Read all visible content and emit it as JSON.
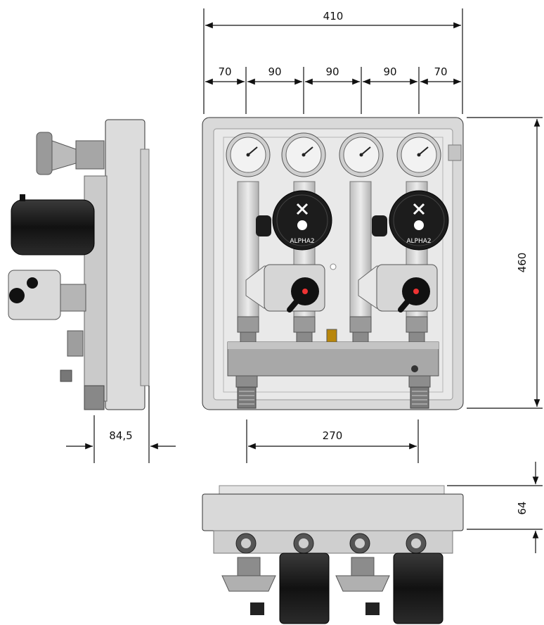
{
  "dimensions": {
    "total_width": "410",
    "seg_edge_left": "70",
    "seg_mid_1": "90",
    "seg_mid_2": "90",
    "seg_mid_3": "90",
    "seg_edge_right": "70",
    "height": "460",
    "depth": "84,5",
    "connection_spacing": "270",
    "top_depth": "64"
  },
  "pumps": {
    "label_left": "ALPHA2",
    "label_right": "ALPHA2"
  },
  "colors": {
    "housing": "#d9d9d9",
    "pump_body": "#1c1c1c",
    "gauge_face": "#f2f2f2",
    "pipe_insulation": "#c8c8c8"
  }
}
